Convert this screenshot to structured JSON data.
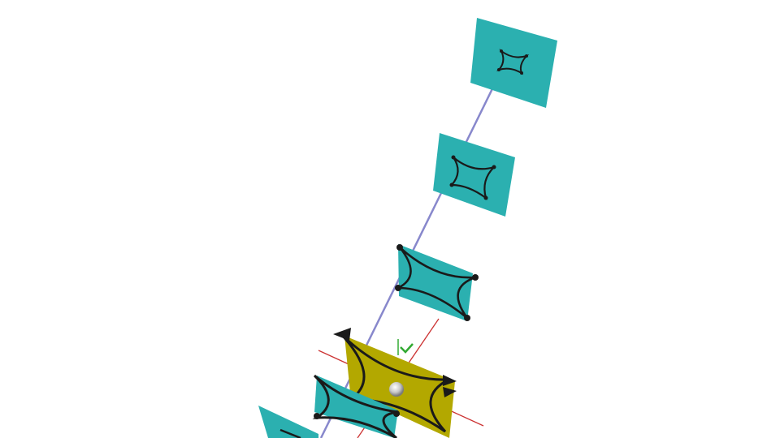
{
  "scene": {
    "description_visible_text": "",
    "colors": {
      "background": "#ffffff",
      "plane_teal": "#2bb0b0",
      "plane_teal_dark": "#1f8f90",
      "plane_selected": "#b3a800",
      "plane_selected_dark": "#7d7400",
      "axis_line": "#8888cc",
      "x_axis": "#cc3333",
      "y_axis": "#33aa33",
      "curve": "#1a1a1a",
      "sphere": "#c8c8c8"
    },
    "planes": [
      {
        "name": "plane-1",
        "selected": false
      },
      {
        "name": "plane-2",
        "selected": false
      },
      {
        "name": "plane-3",
        "selected": false
      },
      {
        "name": "plane-4",
        "selected": true
      },
      {
        "name": "plane-5",
        "selected": false
      },
      {
        "name": "plane-6",
        "selected": false
      }
    ]
  }
}
